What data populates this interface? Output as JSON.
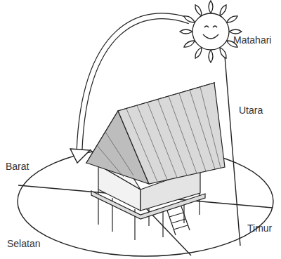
{
  "diagram": {
    "labels": [
      "Matahari",
      "Utara",
      "Barat",
      "Timur",
      "Selatan"
    ]
  }
}
